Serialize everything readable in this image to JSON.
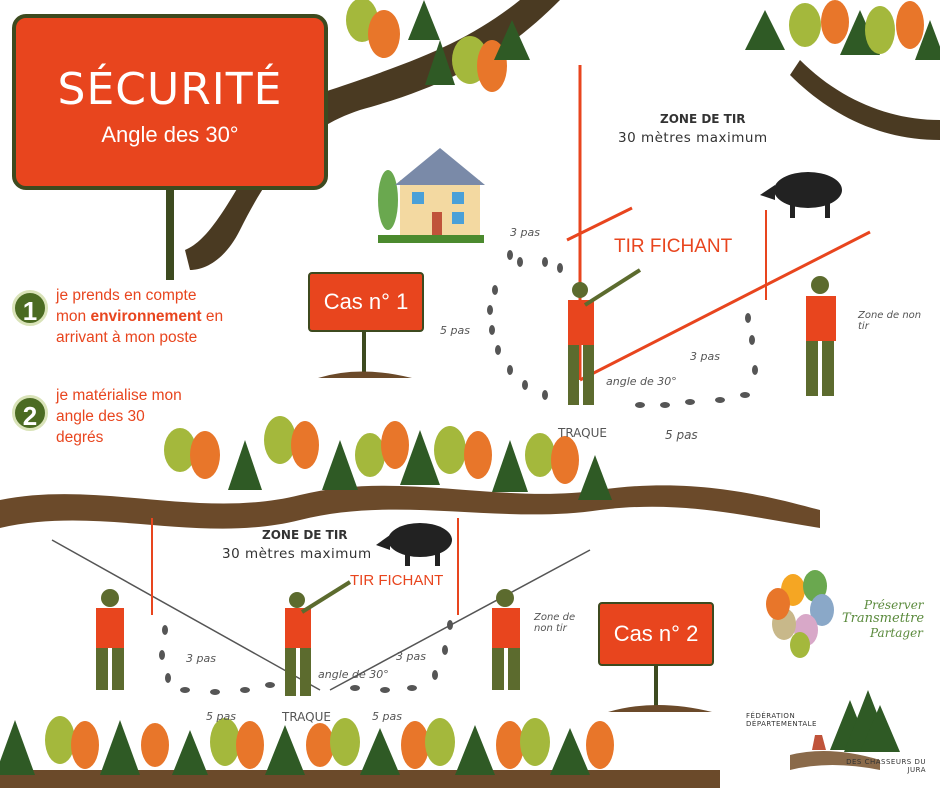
{
  "title": {
    "main": "SÉCURITÉ",
    "sub": "Angle des 30°"
  },
  "steps": [
    {
      "number": "1",
      "text_before": "je prends en compte mon ",
      "highlight": "environnement",
      "text_after": " en arrivant à mon poste"
    },
    {
      "number": "2",
      "text": "je matérialise mon angle des 30 degrés"
    }
  ],
  "case1": {
    "label": "Cas n° 1",
    "zone_title": "ZONE DE TIR",
    "zone_sub": "30 mètres maximum",
    "tir": "TIR FICHANT",
    "pas_top": "3 pas",
    "pas_left": "5 pas",
    "pas_right": "3 pas",
    "pas_bottom": "5 pas",
    "angle": "angle de 30°",
    "traque": "TRAQUE",
    "zone_non_tir": "Zone de non tir"
  },
  "case2": {
    "label": "Cas n° 2",
    "zone_title": "ZONE DE TIR",
    "zone_sub": "30 mètres maximum",
    "tir": "TIR FICHANT",
    "pas_left": "3 pas",
    "pas_right": "3 pas",
    "pas_bottom_left": "5 pas",
    "pas_bottom_right": "5 pas",
    "angle": "angle de 30°",
    "traque": "TRAQUE",
    "zone_non_tir": "Zone de non tir"
  },
  "logo": {
    "line1": "Préserver",
    "line2": "Transmettre",
    "line3": "Partager"
  },
  "federation": {
    "top": "FÉDÉRATION DÉPARTEMENTALE",
    "bottom": "DES CHASSEURS DU JURA"
  },
  "colors": {
    "accent": "#e8451e",
    "dark_green": "#3d4a1f",
    "branch": "#4a3a22",
    "road": "#6b4a2a"
  }
}
